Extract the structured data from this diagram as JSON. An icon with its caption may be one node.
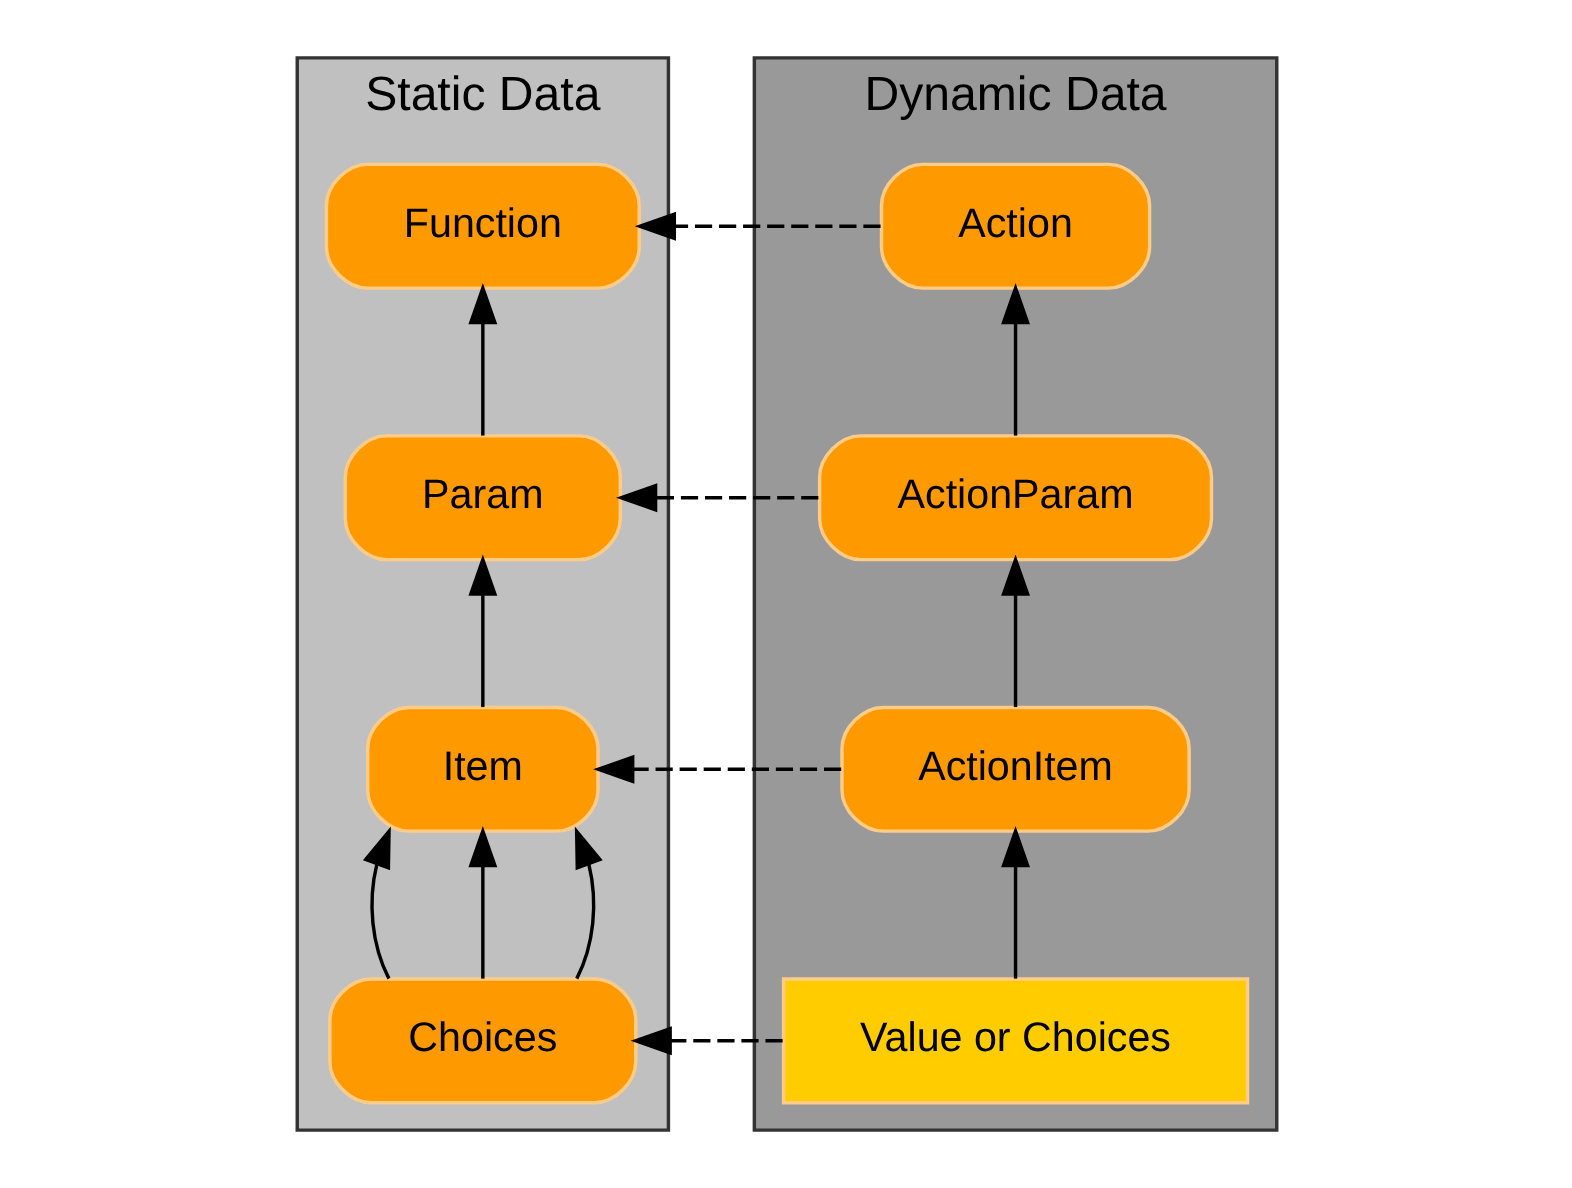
{
  "diagram": {
    "nodes": [
      {
        "text": [
          "Static Data"
        ]
      },
      {
        "text": [
          "Function"
        ],
        "in": 0
      },
      {
        "text": [
          "Param"
        ],
        "in": 0
      },
      {
        "text": [
          "Item"
        ],
        "in": 0
      },
      {
        "text": [
          "Choices"
        ],
        "in": 0
      },
      {
        "text": [
          "Dynamic Data"
        ]
      },
      {
        "text": [
          "Action"
        ],
        "in": 5
      },
      {
        "text": [
          "ActionParam"
        ],
        "in": 5
      },
      {
        "text": [
          "ActionItem"
        ],
        "in": 5
      },
      {
        "text": [
          "Value or Choices"
        ],
        "in": 5
      }
    ],
    "edges": [
      {
        "from": 2,
        "to": 1,
        "arrow": "to"
      },
      {
        "from": 3,
        "to": 2,
        "arrow": "to"
      },
      {
        "from": 4,
        "to": 3,
        "arrow": "to"
      },
      {
        "from": 4,
        "to": 3,
        "arrow": "to"
      },
      {
        "from": 4,
        "to": 3,
        "arrow": "to"
      },
      {
        "from": 6,
        "to": 1,
        "arrow": "to",
        "style": "dashed"
      },
      {
        "from": 7,
        "to": 6,
        "arrow": "to"
      },
      {
        "from": 7,
        "to": 2,
        "arrow": "to",
        "style": "dashed"
      },
      {
        "from": 8,
        "to": 7,
        "arrow": "to"
      },
      {
        "from": 8,
        "to": 3,
        "arrow": "to",
        "style": "dashed"
      },
      {
        "from": 9,
        "to": 8,
        "arrow": "to"
      },
      {
        "from": 9,
        "to": 4,
        "arrow": "to",
        "style": "dashed"
      }
    ]
  }
}
